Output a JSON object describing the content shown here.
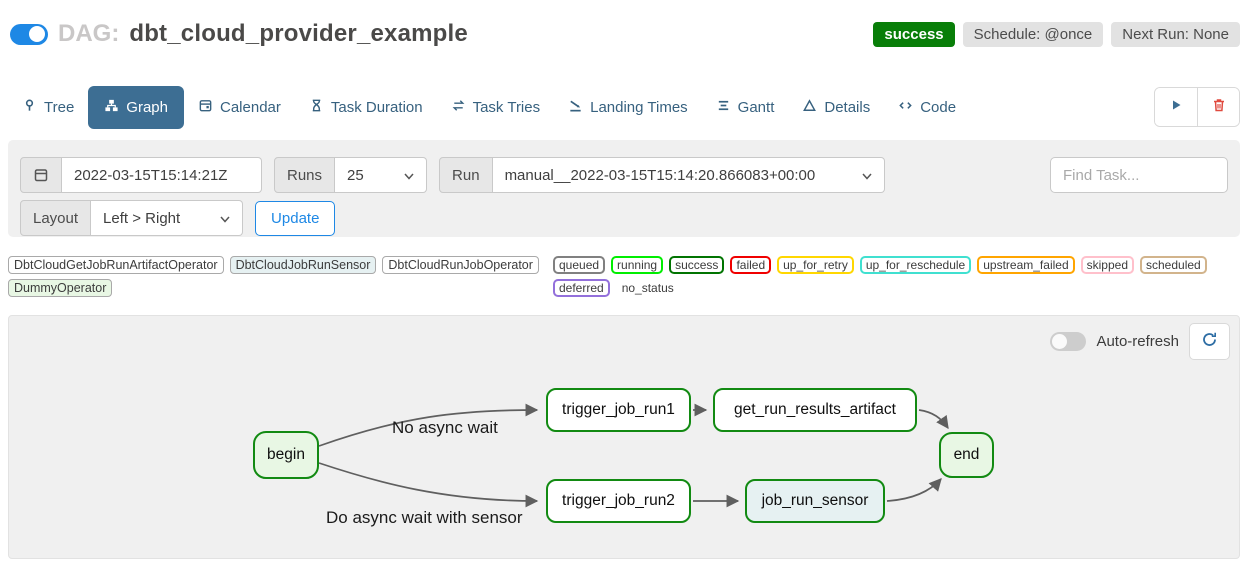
{
  "header": {
    "toggle_on": true,
    "dag_label": "DAG:",
    "dag_title": "dbt_cloud_provider_example",
    "status_badge": "success",
    "status_badge_color": "#087e08",
    "schedule_badge": "Schedule: @once",
    "next_run_badge": "Next Run: None"
  },
  "tabs": [
    {
      "label": "Tree",
      "icon": "tree-icon",
      "active": false
    },
    {
      "label": "Graph",
      "icon": "graph-icon",
      "active": true
    },
    {
      "label": "Calendar",
      "icon": "calendar-icon",
      "active": false
    },
    {
      "label": "Task Duration",
      "icon": "hourglass-icon",
      "active": false
    },
    {
      "label": "Task Tries",
      "icon": "repeat-icon",
      "active": false
    },
    {
      "label": "Landing Times",
      "icon": "landing-plane-icon",
      "active": false
    },
    {
      "label": "Gantt",
      "icon": "gantt-bars-icon",
      "active": false
    },
    {
      "label": "Details",
      "icon": "triangle-icon",
      "active": false
    },
    {
      "label": "Code",
      "icon": "code-icon",
      "active": false
    }
  ],
  "actions": {
    "trigger_icon": "play-icon",
    "delete_icon": "trash-icon"
  },
  "filters": {
    "date_icon": "calendar-icon",
    "date_value": "2022-03-15T15:14:21Z",
    "runs_label": "Runs",
    "runs_value": "25",
    "run_label": "Run",
    "run_value": "manual__2022-03-15T15:14:20.866083+00:00",
    "find_task_placeholder": "Find Task...",
    "layout_label": "Layout",
    "layout_value": "Left > Right",
    "update_label": "Update",
    "accent_color": "#1e88e5"
  },
  "legend": {
    "operators": [
      {
        "label": "DbtCloudGetJobRunArtifactOperator",
        "color": "#ffffff"
      },
      {
        "label": "DbtCloudJobRunSensor",
        "color": "#e6f1f2"
      },
      {
        "label": "DbtCloudRunJobOperator",
        "color": "#ffffff"
      },
      {
        "label": "DummyOperator",
        "color": "#e8f7e4"
      }
    ],
    "statuses": [
      {
        "label": "queued",
        "color": "#808080"
      },
      {
        "label": "running",
        "color": "#00ee00"
      },
      {
        "label": "success",
        "color": "#017401"
      },
      {
        "label": "failed",
        "color": "#f00000"
      },
      {
        "label": "up_for_retry",
        "color": "#ffd700"
      },
      {
        "label": "up_for_reschedule",
        "color": "#40e0d0"
      },
      {
        "label": "upstream_failed",
        "color": "#ffa500"
      },
      {
        "label": "skipped",
        "color": "#ffc0cb"
      },
      {
        "label": "scheduled",
        "color": "#d2b48c"
      },
      {
        "label": "deferred",
        "color": "#9370db"
      },
      {
        "label": "no_status",
        "color": "transparent"
      }
    ]
  },
  "graph": {
    "auto_refresh_label": "Auto-refresh",
    "auto_refresh_on": false,
    "refresh_icon": "refresh-icon",
    "node_border_color": "#128a12",
    "nodes": [
      {
        "id": "begin",
        "label": "begin",
        "fill": "#e8f7e4"
      },
      {
        "id": "trigger_job_run1",
        "label": "trigger_job_run1",
        "fill": "#ffffff"
      },
      {
        "id": "get_run_results_artifact",
        "label": "get_run_results_artifact",
        "fill": "#ffffff"
      },
      {
        "id": "trigger_job_run2",
        "label": "trigger_job_run2",
        "fill": "#ffffff"
      },
      {
        "id": "job_run_sensor",
        "label": "job_run_sensor",
        "fill": "#e6f1f2"
      },
      {
        "id": "end",
        "label": "end",
        "fill": "#e8f7e4"
      }
    ],
    "edge_labels": [
      "No async wait",
      "Do async wait with sensor"
    ]
  }
}
